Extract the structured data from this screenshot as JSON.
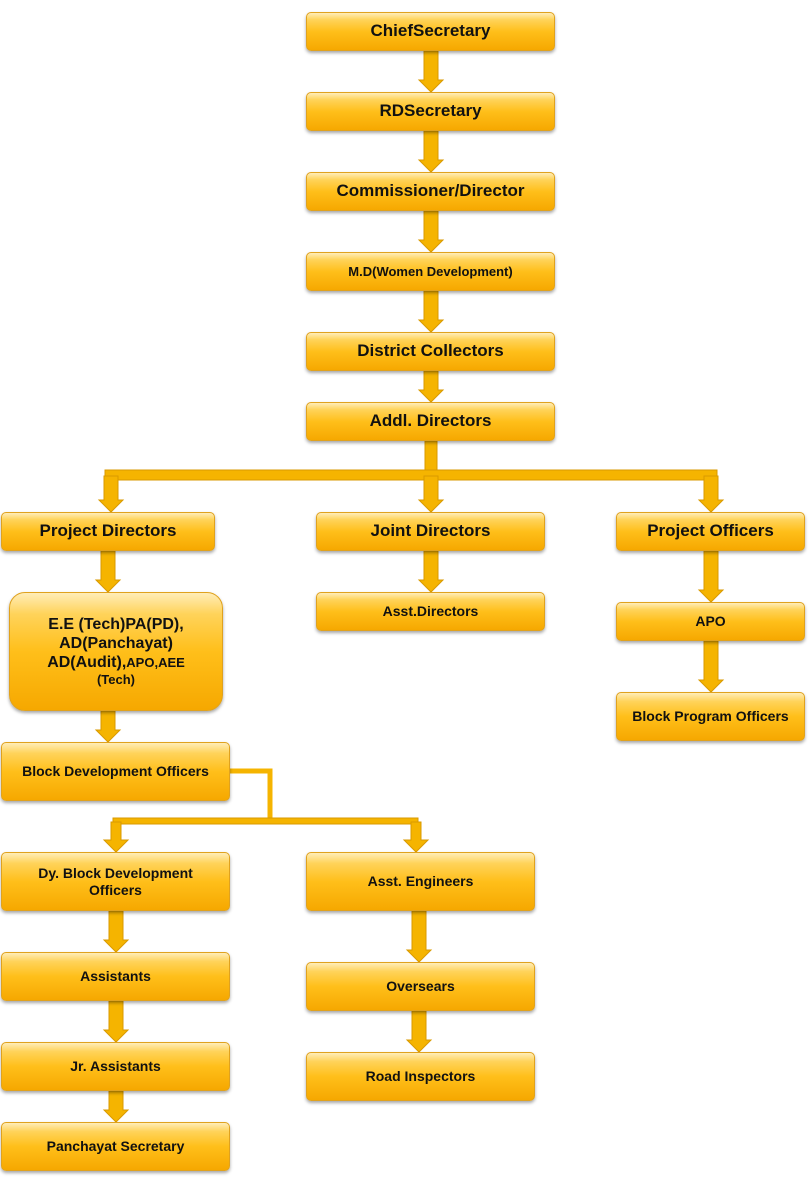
{
  "colors": {
    "box_top": "#ffedb8",
    "box_bottom": "#f6a800",
    "connector": "#f5b400",
    "border": "#e0a21e"
  },
  "nodes": {
    "chief_secretary": "ChiefSecretary",
    "rd_secretary": "RDSecretary",
    "commissioner": "Commissioner/Director",
    "md_women": "M.D(Women Development)",
    "district_collectors": "District Collectors",
    "addl_directors": "Addl. Directors",
    "project_directors": "Project Directors",
    "joint_directors": "Joint Directors",
    "project_officers": "Project Officers",
    "ee_line1": "E.E (Tech)PA(PD),",
    "ee_line2": "AD(Panchayat)",
    "ee_line3": "AD(Audit),",
    "ee_line3_small": "APO,AEE",
    "ee_line4": "(Tech)",
    "asst_directors": "Asst.Directors",
    "apo": "APO",
    "block_program_officers": "Block Program Officers",
    "bdo": "Block Development Officers",
    "dy_bdo_line1": "Dy. Block Development",
    "dy_bdo_line2": "Officers",
    "asst_engineers": "Asst. Engineers",
    "assistants": "Assistants",
    "oversears": "Oversears",
    "jr_assistants": "Jr. Assistants",
    "road_inspectors": "Road Inspectors",
    "panchayat_secretary": "Panchayat Secretary"
  }
}
